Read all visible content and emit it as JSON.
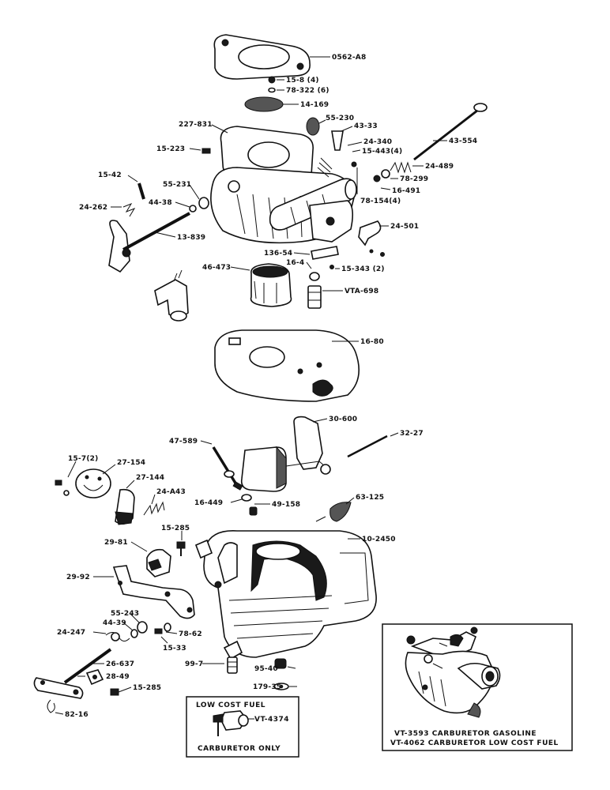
{
  "callouts": [
    {
      "id": "0562-A8",
      "text": "0562-A8"
    },
    {
      "id": "15-8",
      "text": "15-8 (4)"
    },
    {
      "id": "78-322",
      "text": "78-322 (6)"
    },
    {
      "id": "14-169",
      "text": "14-169"
    },
    {
      "id": "227-831",
      "text": "227-831"
    },
    {
      "id": "55-230",
      "text": "55-230"
    },
    {
      "id": "43-33",
      "text": "43-33"
    },
    {
      "id": "43-554",
      "text": "43-554"
    },
    {
      "id": "15-223",
      "text": "15-223"
    },
    {
      "id": "24-340",
      "text": "24-340"
    },
    {
      "id": "15-443",
      "text": "15-443(4)"
    },
    {
      "id": "24-489",
      "text": "24-489"
    },
    {
      "id": "78-299",
      "text": "78-299"
    },
    {
      "id": "16-491",
      "text": "16-491"
    },
    {
      "id": "78-154",
      "text": "78-154(4)"
    },
    {
      "id": "15-42",
      "text": "15-42"
    },
    {
      "id": "55-231",
      "text": "55-231"
    },
    {
      "id": "24-262",
      "text": "24-262"
    },
    {
      "id": "44-38",
      "text": "44-38"
    },
    {
      "id": "13-839",
      "text": "13-839"
    },
    {
      "id": "24-501",
      "text": "24-501"
    },
    {
      "id": "136-54",
      "text": "136-54"
    },
    {
      "id": "16-4",
      "text": "16-4"
    },
    {
      "id": "15-343",
      "text": "15-343 (2)"
    },
    {
      "id": "46-473",
      "text": "46-473"
    },
    {
      "id": "VTA-698",
      "text": "VTA-698"
    },
    {
      "id": "16-80",
      "text": "16-80"
    },
    {
      "id": "30-600",
      "text": "30-600"
    },
    {
      "id": "47-589",
      "text": "47-589"
    },
    {
      "id": "32-27",
      "text": "32-27"
    },
    {
      "id": "15-7",
      "text": "15-7(2)"
    },
    {
      "id": "27-154",
      "text": "27-154"
    },
    {
      "id": "27-144",
      "text": "27-144"
    },
    {
      "id": "24-A43",
      "text": "24-A43"
    },
    {
      "id": "16-449",
      "text": "16-449"
    },
    {
      "id": "49-158",
      "text": "49-158"
    },
    {
      "id": "63-125",
      "text": "63-125"
    },
    {
      "id": "15-285a",
      "text": "15-285"
    },
    {
      "id": "10-2450",
      "text": "10-2450"
    },
    {
      "id": "29-81",
      "text": "29-81"
    },
    {
      "id": "29-92",
      "text": "29-92"
    },
    {
      "id": "55-243",
      "text": "55-243"
    },
    {
      "id": "44-39",
      "text": "44-39"
    },
    {
      "id": "24-247",
      "text": "24-247"
    },
    {
      "id": "78-62",
      "text": "78-62"
    },
    {
      "id": "15-33",
      "text": "15-33"
    },
    {
      "id": "99-7",
      "text": "99-7"
    },
    {
      "id": "95-40",
      "text": "95-40"
    },
    {
      "id": "26-637",
      "text": "26-637"
    },
    {
      "id": "28-49",
      "text": "28-49"
    },
    {
      "id": "179-35",
      "text": "179-35"
    },
    {
      "id": "15-285b",
      "text": "15-285"
    },
    {
      "id": "82-16",
      "text": "82-16"
    }
  ],
  "low_cost_box": {
    "title": "LOW COST FUEL",
    "part": "VT-4374",
    "footer": "CARBURETOR ONLY"
  },
  "photo_box": {
    "line1": "VT-3593 CARBURETOR GASOLINE",
    "line2": "VT-4062 CARBURETOR LOW COST FUEL"
  }
}
